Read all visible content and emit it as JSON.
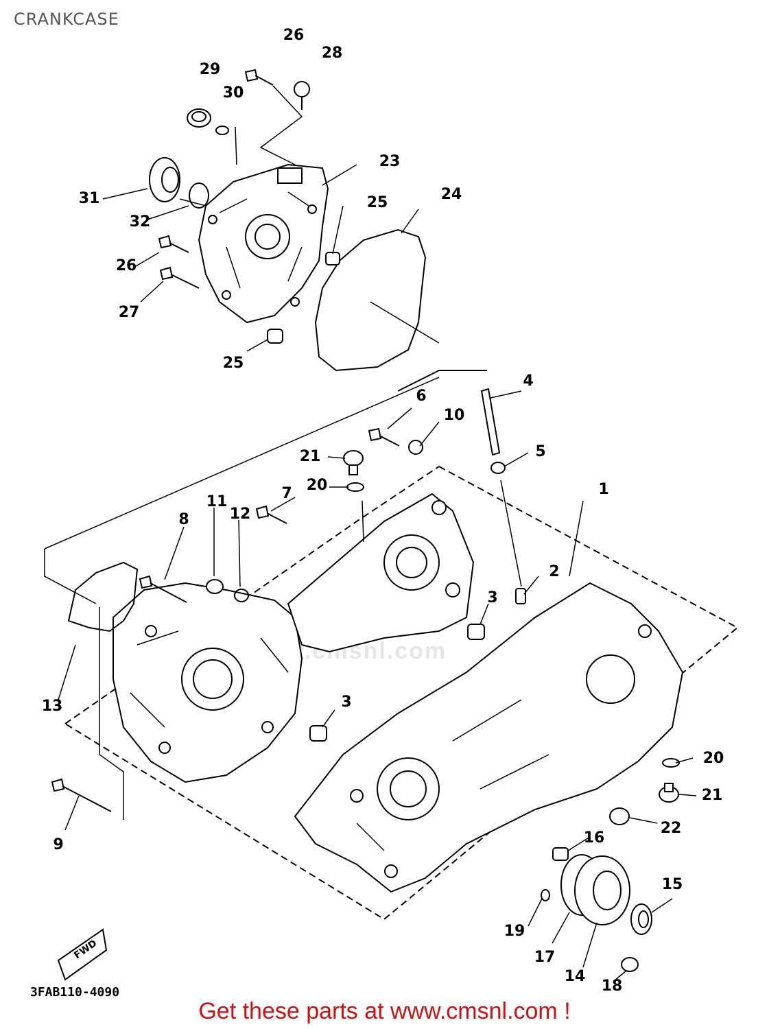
{
  "page": {
    "title": "CRANKCASE",
    "diagram_code": "3FAB110-4090",
    "footer": "Get these parts at www.cmsnl.com !",
    "watermark": "www.cmsnl.com",
    "fwd_label": "FWD"
  },
  "colors": {
    "line": "#000000",
    "footer_text": "#d01010",
    "title_text": "#555555",
    "watermark": "#e6e6e6"
  },
  "callouts": [
    "1",
    "2",
    "3",
    "3",
    "4",
    "5",
    "6",
    "7",
    "8",
    "9",
    "10",
    "11",
    "12",
    "13",
    "14",
    "15",
    "16",
    "17",
    "18",
    "19",
    "20",
    "20",
    "21",
    "21",
    "22",
    "23",
    "24",
    "25",
    "25",
    "26",
    "26",
    "27",
    "28",
    "29",
    "30",
    "31",
    "32"
  ]
}
